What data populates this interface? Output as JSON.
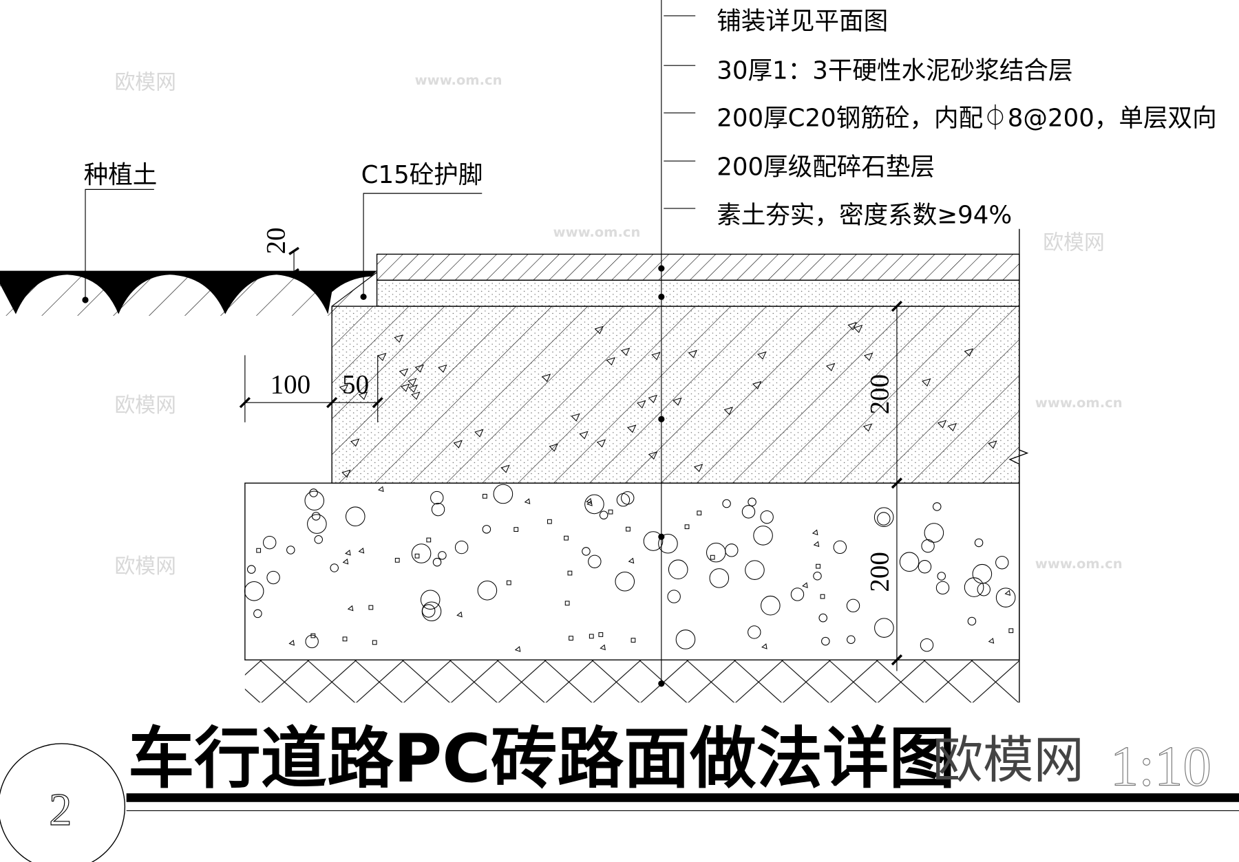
{
  "title": "车行道路PC砖路面做法详图",
  "detail_number": "2",
  "scale": "1:10",
  "callouts": [
    "铺装详见平面图",
    "30厚1：3干硬性水泥砂浆结合层",
    "200厚C20钢筋砼，内配⏀8@200，单层双向",
    "200厚级配碎石垫层",
    "素土夯实，密度系数≥94%"
  ],
  "left_labels": {
    "planting_soil": "种植土",
    "curb_foot": "C15砼护脚"
  },
  "dimensions": {
    "soil_drop": "20",
    "offset_1": "100",
    "offset_2": "50",
    "concrete_thickness": "200",
    "gravel_thickness": "200"
  },
  "watermark": {
    "brand": "欧模网",
    "url": "www.om.cn"
  }
}
